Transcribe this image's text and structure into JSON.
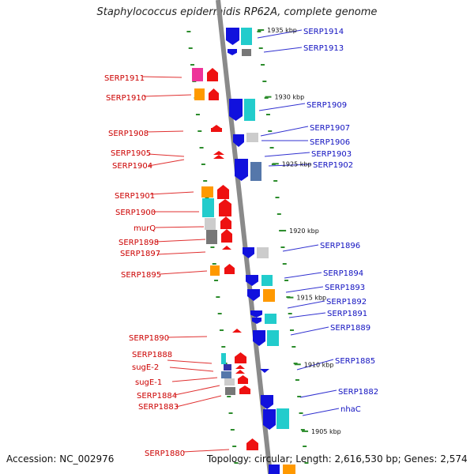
{
  "header": {
    "title": "Staphylococcus epidermidis RP62A, complete genome"
  },
  "footer": {
    "accession": "Accession: NC_002976",
    "summary": "Topology: circular; Length: 2,616,530 bp; Genes: 2,574"
  },
  "colors": {
    "backbone": "#8a8a8a",
    "tick": "#2c8c2c",
    "left_label": "#cc0000",
    "right_label": "#1010c0",
    "leader_left": "#e03030",
    "leader_right": "#3030d0",
    "red": "#ee1111",
    "orange": "#ff9900",
    "cyan": "#22cccc",
    "magenta": "#ee3399",
    "gray": "#777777",
    "lightgray": "#cccccc",
    "blue": "#1111dd",
    "slate": "#5577aa",
    "navy": "#3333aa"
  },
  "scale": {
    "unit": "kbp",
    "markers": [
      {
        "label": "1935 kbp",
        "kbp": 1935
      },
      {
        "label": "1930 kbp",
        "kbp": 1930
      },
      {
        "label": "1925 kbp",
        "kbp": 1925
      },
      {
        "label": "1920 kbp",
        "kbp": 1920
      },
      {
        "label": "1915 kbp",
        "kbp": 1915
      },
      {
        "label": "1910 kbp",
        "kbp": 1910
      },
      {
        "label": "1905 kbp",
        "kbp": 1905
      }
    ]
  },
  "left_labels": [
    {
      "text": "SERP1911"
    },
    {
      "text": "SERP1910"
    },
    {
      "text": "SERP1908"
    },
    {
      "text": "SERP1905"
    },
    {
      "text": "SERP1904"
    },
    {
      "text": "SERP1901"
    },
    {
      "text": "SERP1900"
    },
    {
      "text": "murQ"
    },
    {
      "text": "SERP1898"
    },
    {
      "text": "SERP1897"
    },
    {
      "text": "SERP1895"
    },
    {
      "text": "SERP1890"
    },
    {
      "text": "SERP1888"
    },
    {
      "text": "sugE-2"
    },
    {
      "text": "sugE-1"
    },
    {
      "text": "SERP1884"
    },
    {
      "text": "SERP1883"
    },
    {
      "text": "SERP1880"
    }
  ],
  "right_labels": [
    {
      "text": "SERP1914"
    },
    {
      "text": "SERP1913"
    },
    {
      "text": "SERP1909"
    },
    {
      "text": "SERP1907"
    },
    {
      "text": "SERP1906"
    },
    {
      "text": "SERP1903"
    },
    {
      "text": "SERP1902"
    },
    {
      "text": "SERP1896"
    },
    {
      "text": "SERP1894"
    },
    {
      "text": "SERP1893"
    },
    {
      "text": "SERP1892"
    },
    {
      "text": "SERP1891"
    },
    {
      "text": "SERP1889"
    },
    {
      "text": "SERP1885"
    },
    {
      "text": "SERP1882"
    },
    {
      "text": "nhaC"
    }
  ]
}
